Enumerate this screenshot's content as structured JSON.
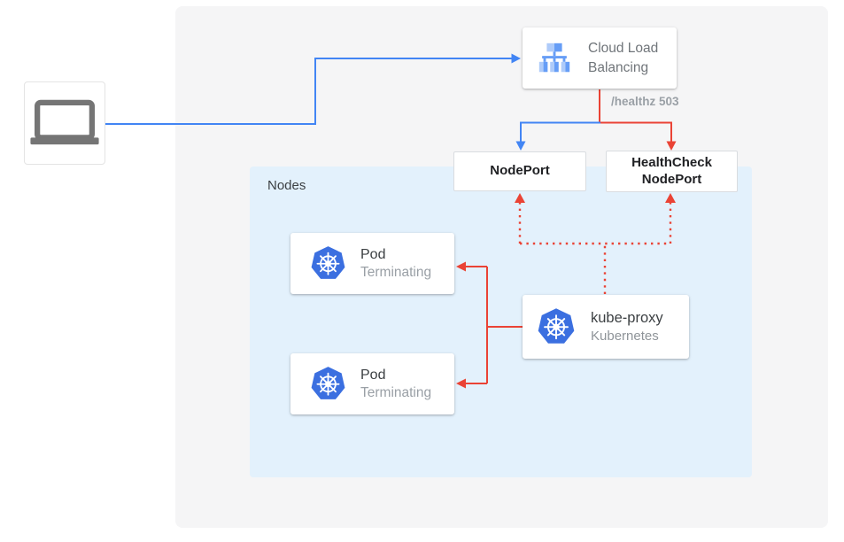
{
  "diagram": {
    "groups": {
      "nodes_label": "Nodes"
    },
    "nodes": {
      "client": {
        "icon": "laptop"
      },
      "cloud_lb": {
        "title": "Cloud Load Balancing",
        "icon": "cloud-load-balancing"
      },
      "nodeport": {
        "title": "NodePort"
      },
      "healthcheck_nodeport": {
        "title": "HealthCheck NodePort"
      },
      "pod_1": {
        "title": "Pod",
        "status": "Terminating",
        "icon": "kubernetes"
      },
      "pod_2": {
        "title": "Pod",
        "status": "Terminating",
        "icon": "kubernetes"
      },
      "kube_proxy": {
        "title": "kube-proxy",
        "subtitle": "Kubernetes",
        "icon": "kubernetes"
      }
    },
    "edge_labels": {
      "healthcheck_path": "/healthz 503"
    },
    "colors": {
      "traffic_blue": "#4285f4",
      "health_red": "#ea4335",
      "panel_bg": "#f5f5f6",
      "nodes_region_bg": "#e3f1fc",
      "kubernetes_blue": "#3b6fe0",
      "lb_icon_light": "#aecbfa",
      "lb_icon_mid": "#669df6",
      "laptop_gray": "#757575"
    }
  }
}
